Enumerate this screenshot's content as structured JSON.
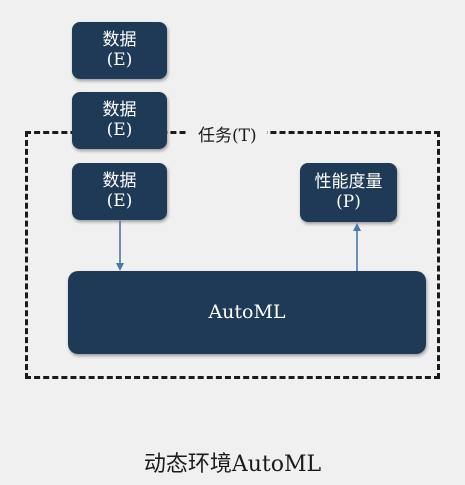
{
  "task_frame": {
    "label": "任务(T)"
  },
  "data_boxes": [
    {
      "line1": "数据",
      "line2": "(E)"
    },
    {
      "line1": "数据",
      "line2": "(E)"
    },
    {
      "line1": "数据",
      "line2": "(E)"
    }
  ],
  "metric_box": {
    "line1": "性能度量",
    "line2": "(P)"
  },
  "automl_box": {
    "label": "AutoML"
  },
  "caption": "动态环境AutoML",
  "colors": {
    "box_fill": "#1e3a56",
    "box_text": "#ffffff",
    "arrow": "#4a78a8",
    "frame": "#1b1b1b",
    "background": "#f0f0f0"
  }
}
